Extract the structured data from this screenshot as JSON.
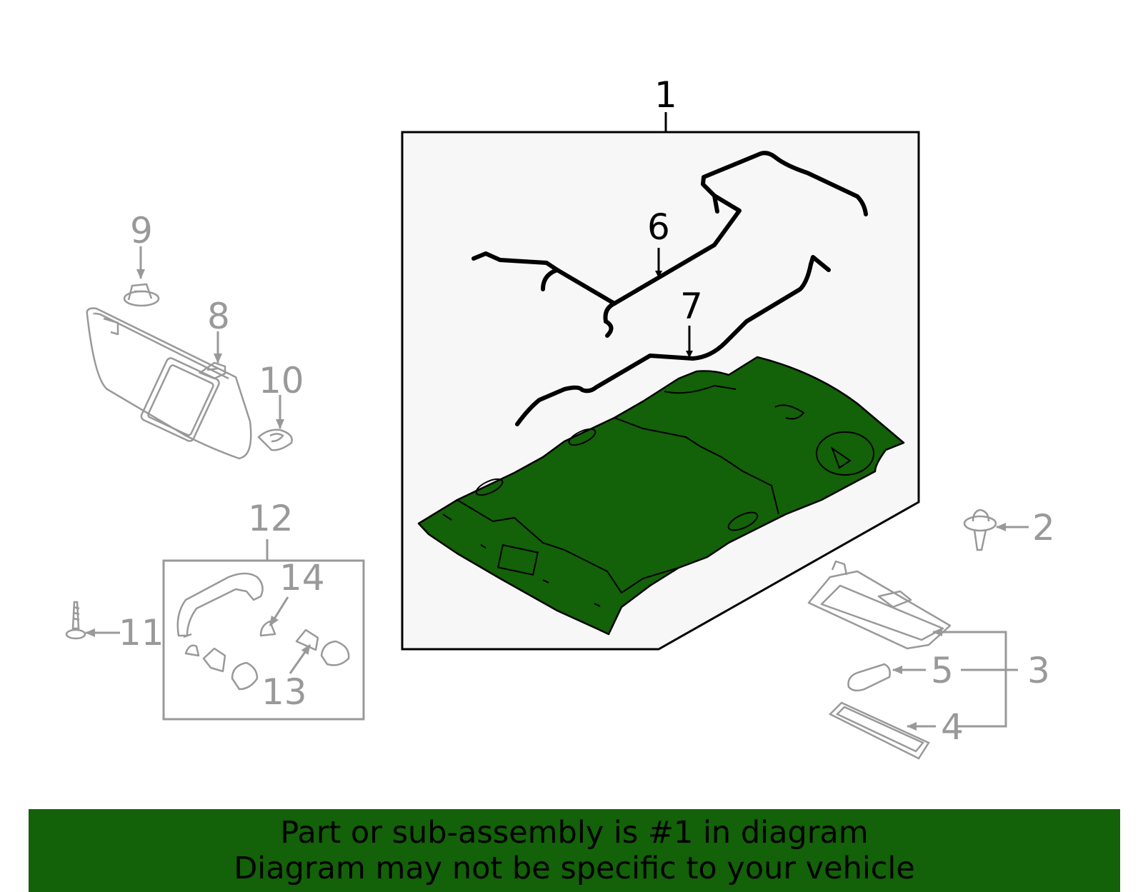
{
  "diagram": {
    "callouts": [
      {
        "id": "c1",
        "label": "1",
        "state": "active"
      },
      {
        "id": "c2",
        "label": "2",
        "state": "inactive"
      },
      {
        "id": "c3",
        "label": "3",
        "state": "inactive"
      },
      {
        "id": "c4",
        "label": "4",
        "state": "inactive"
      },
      {
        "id": "c5",
        "label": "5",
        "state": "inactive"
      },
      {
        "id": "c6",
        "label": "6",
        "state": "active"
      },
      {
        "id": "c7",
        "label": "7",
        "state": "active"
      },
      {
        "id": "c8",
        "label": "8",
        "state": "inactive"
      },
      {
        "id": "c9",
        "label": "9",
        "state": "inactive"
      },
      {
        "id": "c10",
        "label": "10",
        "state": "inactive"
      },
      {
        "id": "c11",
        "label": "11",
        "state": "inactive"
      },
      {
        "id": "c12",
        "label": "12",
        "state": "inactive"
      },
      {
        "id": "c13",
        "label": "13",
        "state": "inactive"
      },
      {
        "id": "c14",
        "label": "14",
        "state": "inactive"
      }
    ],
    "colors": {
      "highlight_part": "#136108",
      "active_line": "#000000",
      "inactive_line": "#999999",
      "assembly_box_fill": "#f7f7f7"
    }
  },
  "footer": {
    "line1": "Part or sub-assembly is #1 in diagram",
    "line2": "Diagram may not be specific to your vehicle",
    "background": "#136108"
  }
}
